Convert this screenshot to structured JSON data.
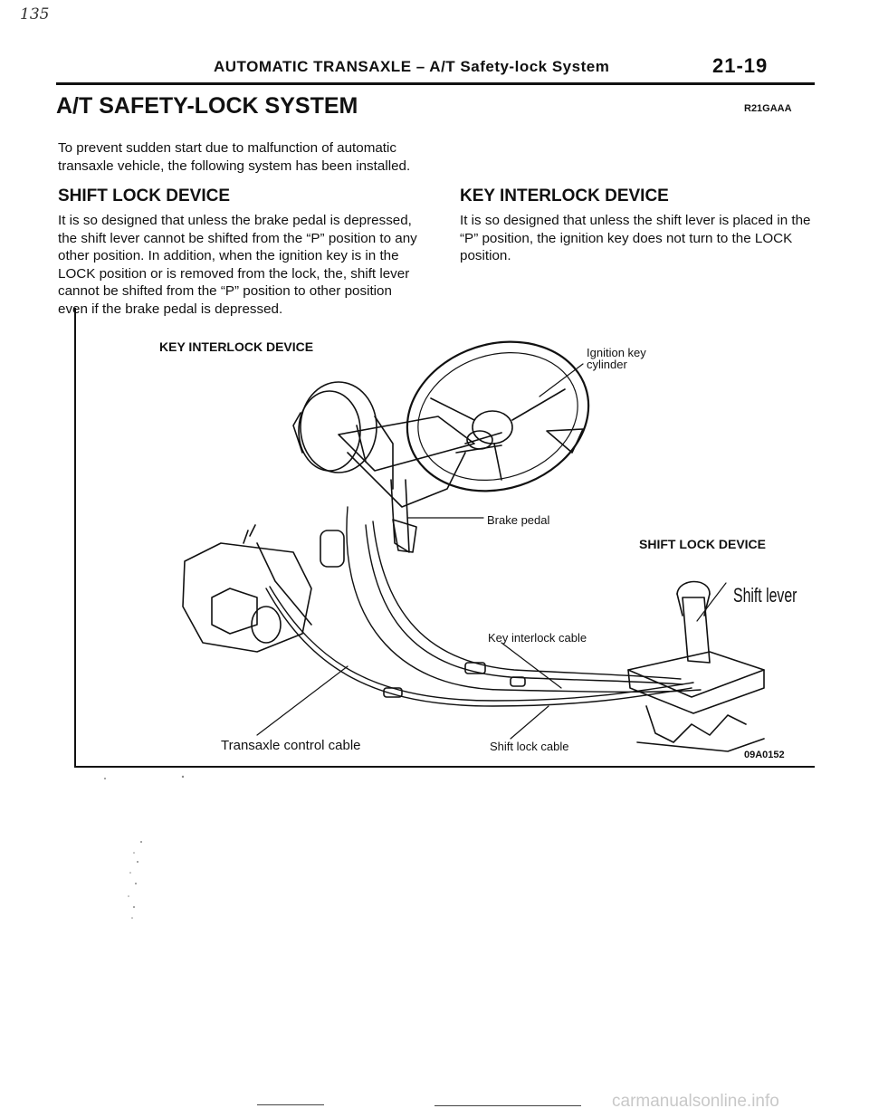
{
  "handwritten_note": "135",
  "header": {
    "title": "AUTOMATIC TRANSAXLE – A/T Safety-lock System",
    "page_number": "21-19"
  },
  "section": {
    "title": "A/T SAFETY-LOCK SYSTEM",
    "code": "R21GAAA"
  },
  "intro": "To prevent sudden start due to malfunction of automatic transaxle vehicle, the following system has been installed.",
  "shift_lock": {
    "heading": "SHIFT LOCK DEVICE",
    "text": "It is so designed that unless the brake pedal is depressed, the shift lever cannot be shifted from the “P” position to any other position. In addition, when the ignition key is in the LOCK position or is removed from the lock, the, shift lever cannot be shifted from the “P” position to other position even if the brake pedal is depressed."
  },
  "key_interlock": {
    "heading": "KEY INTERLOCK DEVICE",
    "text": "It is so designed that unless the shift lever is placed in the “P” position, the ignition key does not turn to the LOCK position."
  },
  "figure": {
    "label_key_interlock": "KEY INTERLOCK DEVICE",
    "label_ignition_line1": "Ignition key",
    "label_ignition_line2": "cylinder",
    "label_brake_pedal": "Brake pedal",
    "label_shift_lock": "SHIFT LOCK DEVICE",
    "label_shift_lever": "Shift lever",
    "label_key_interlock_cable": "Key interlock cable",
    "label_transaxle_cable": "Transaxle control cable",
    "label_shift_lock_cable": "Shift lock cable",
    "figure_code": "09A0152"
  },
  "footer": {
    "watermark": "carmanualsonline.info"
  }
}
